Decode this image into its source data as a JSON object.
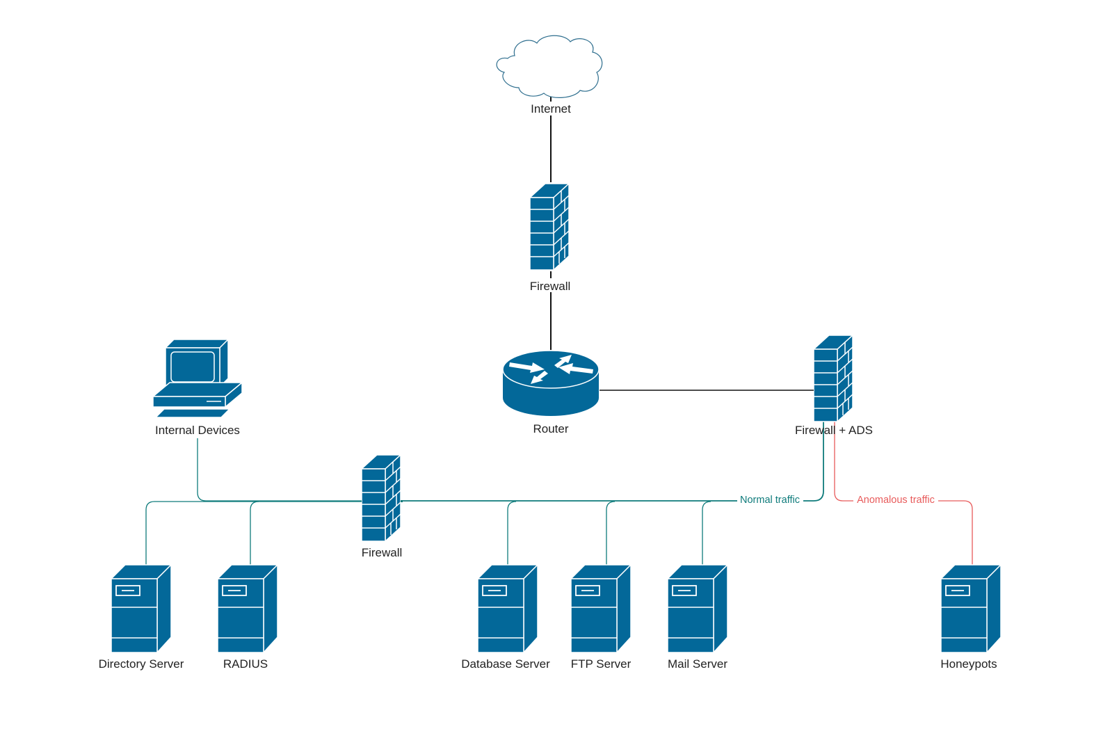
{
  "diagram": {
    "title": "Network diagram",
    "colors": {
      "device_fill": "#036899",
      "device_stroke": "#ffffff",
      "cloud_stroke": "#2e6e8e",
      "black_line": "#111111",
      "normal_traffic": "#0e7b7b",
      "anomalous_traffic": "#e85b5b",
      "label_text": "#222222"
    },
    "nodes": [
      {
        "id": "internet",
        "type": "cloud",
        "label": "Internet"
      },
      {
        "id": "firewall-top",
        "type": "firewall",
        "label": "Firewall"
      },
      {
        "id": "router",
        "type": "router",
        "label": "Router"
      },
      {
        "id": "firewall-ads",
        "type": "firewall",
        "label": "Firewall + ADS"
      },
      {
        "id": "internal-devices",
        "type": "workstation",
        "label": "Internal Devices"
      },
      {
        "id": "firewall-internal",
        "type": "firewall",
        "label": "Firewall"
      },
      {
        "id": "directory-server",
        "type": "server",
        "label": "Directory Server"
      },
      {
        "id": "radius",
        "type": "server",
        "label": "RADIUS"
      },
      {
        "id": "database-server",
        "type": "server",
        "label": "Database Server"
      },
      {
        "id": "ftp-server",
        "type": "server",
        "label": "FTP Server"
      },
      {
        "id": "mail-server",
        "type": "server",
        "label": "Mail Server"
      },
      {
        "id": "honeypots",
        "type": "server",
        "label": "Honeypots"
      }
    ],
    "edges": [
      {
        "from": "internet",
        "to": "firewall-top",
        "style": "black",
        "label": ""
      },
      {
        "from": "firewall-top",
        "to": "router",
        "style": "black",
        "label": ""
      },
      {
        "from": "router",
        "to": "firewall-ads",
        "style": "black",
        "label": ""
      },
      {
        "from": "firewall-ads",
        "to": "firewall-internal",
        "style": "normal",
        "label": "Normal traffic"
      },
      {
        "from": "firewall-ads",
        "to": "honeypots",
        "style": "anomalous",
        "label": "Anomalous traffic"
      },
      {
        "from": "internal-devices",
        "to": "firewall-internal",
        "style": "normal",
        "label": ""
      },
      {
        "from": "firewall-internal",
        "to": "directory-server",
        "style": "normal",
        "label": ""
      },
      {
        "from": "firewall-internal",
        "to": "radius",
        "style": "normal",
        "label": ""
      },
      {
        "from": "firewall-internal",
        "to": "database-server",
        "style": "normal",
        "label": ""
      },
      {
        "from": "firewall-internal",
        "to": "ftp-server",
        "style": "normal",
        "label": ""
      },
      {
        "from": "firewall-internal",
        "to": "mail-server",
        "style": "normal",
        "label": ""
      }
    ]
  }
}
